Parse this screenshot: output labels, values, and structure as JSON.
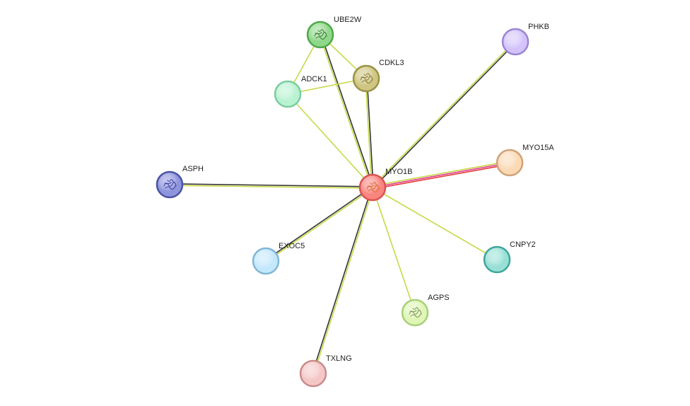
{
  "network": {
    "nodes": [
      {
        "id": "MYO1B",
        "label": "MYO1B",
        "fill": "#f98580",
        "stroke": "#d9534f",
        "structure": true,
        "structure_color": "#e06a2c"
      },
      {
        "id": "UBE2W",
        "label": "UBE2W",
        "fill": "#8fd88a",
        "stroke": "#4ea84a",
        "structure": true,
        "structure_color": "#3f7f3a"
      },
      {
        "id": "CDKL3",
        "label": "CDKL3",
        "fill": "#cfc683",
        "stroke": "#9a9345",
        "structure": true,
        "structure_color": "#8a7f3a"
      },
      {
        "id": "ADCK1",
        "label": "ADCK1",
        "fill": "#b9f2d2",
        "stroke": "#7ccc9f",
        "structure": false
      },
      {
        "id": "PHKB",
        "label": "PHKB",
        "fill": "#d3c3fa",
        "stroke": "#9a84d4",
        "structure": false
      },
      {
        "id": "MYO15A",
        "label": "MYO15A",
        "fill": "#fbd9b5",
        "stroke": "#d0a277",
        "structure": false
      },
      {
        "id": "ASPH",
        "label": "ASPH",
        "fill": "#8f95dc",
        "stroke": "#4a53a3",
        "structure": true,
        "structure_color": "#3a3fa8"
      },
      {
        "id": "EXOC5",
        "label": "EXOC5",
        "fill": "#c4e8fb",
        "stroke": "#82b6d4",
        "structure": false
      },
      {
        "id": "CNPY2",
        "label": "CNPY2",
        "fill": "#98e0d6",
        "stroke": "#3fa59a",
        "structure": false
      },
      {
        "id": "AGPS",
        "label": "AGPS",
        "fill": "#dff6b6",
        "stroke": "#a9cf7a",
        "structure": true,
        "structure_color": "#7f9a55"
      },
      {
        "id": "TXLNG",
        "label": "TXLNG",
        "fill": "#f5c6c6",
        "stroke": "#c98c8c",
        "structure": false
      }
    ],
    "edges": [
      {
        "source": "MYO1B",
        "target": "MYO15A",
        "colors": [
          "#c8d94a",
          "#e23a8c",
          "#e23a3a"
        ]
      },
      {
        "source": "MYO1B",
        "target": "PHKB",
        "colors": [
          "#c8d94a",
          "#333333"
        ]
      },
      {
        "source": "MYO1B",
        "target": "ASPH",
        "colors": [
          "#c8d94a",
          "#333333"
        ]
      },
      {
        "source": "MYO1B",
        "target": "UBE2W",
        "colors": [
          "#c8d94a",
          "#333333"
        ]
      },
      {
        "source": "MYO1B",
        "target": "CDKL3",
        "colors": [
          "#c8d94a",
          "#333333"
        ]
      },
      {
        "source": "MYO1B",
        "target": "TXLNG",
        "colors": [
          "#c8d94a",
          "#333333"
        ]
      },
      {
        "source": "MYO1B",
        "target": "EXOC5",
        "colors": [
          "#c8d94a",
          "#333333"
        ]
      },
      {
        "source": "MYO1B",
        "target": "ADCK1",
        "colors": [
          "#c8d94a"
        ]
      },
      {
        "source": "MYO1B",
        "target": "CNPY2",
        "colors": [
          "#c8d94a"
        ]
      },
      {
        "source": "MYO1B",
        "target": "AGPS",
        "colors": [
          "#c8d94a"
        ]
      },
      {
        "source": "UBE2W",
        "target": "ADCK1",
        "colors": [
          "#c8d94a"
        ]
      },
      {
        "source": "UBE2W",
        "target": "CDKL3",
        "colors": [
          "#c8d94a"
        ]
      },
      {
        "source": "ADCK1",
        "target": "CDKL3",
        "colors": [
          "#c8d94a"
        ]
      }
    ]
  }
}
